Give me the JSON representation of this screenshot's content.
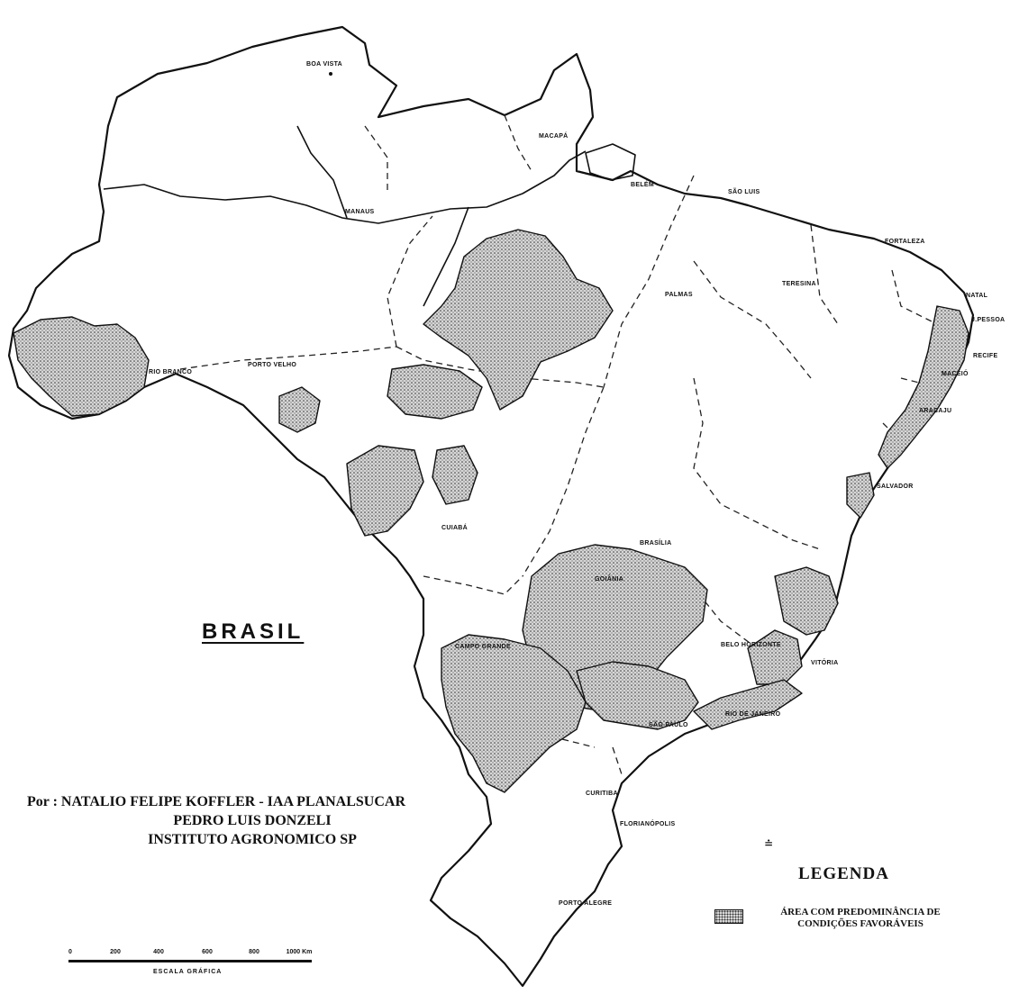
{
  "map": {
    "title": "BRASIL",
    "credits": [
      "Por : NATALIO FELIPE KOFFLER - IAA PLANALSUCAR",
      "PEDRO LUIS DONZELI",
      "INSTITUTO AGRONOMICO SP"
    ],
    "legend": {
      "title": "LEGENDA",
      "item_line1": "ÁREA COM PREDOMINÂNCIA DE",
      "item_line2": "CONDIÇÕES FAVORÁVEIS",
      "mark": "≐"
    },
    "scale": {
      "ticks": [
        "0",
        "200",
        "400",
        "600",
        "800",
        "1000 Km"
      ],
      "caption": "ESCALA GRÁFICA"
    },
    "cities": [
      "BOA VISTA",
      "MACAPÁ",
      "BELÉM",
      "SÃO LUIS",
      "MANAUS",
      "FORTALEZA",
      "TERESINA",
      "NATAL",
      "J.PESSOA",
      "RECIFE",
      "MACEIÓ",
      "ARACAJU",
      "SALVADOR",
      "PALMAS",
      "RIO BRANCO",
      "PORTO VELHO",
      "CUIABÁ",
      "BRASÍLIA",
      "GOIÂNIA",
      "BELO HORIZONTE",
      "VITÓRIA",
      "RIO DE JANEIRO",
      "SÃO PAULO",
      "CURITIBA",
      "FLORIANÓPOLIS",
      "PORTO ALEGRE",
      "CAMPO GRANDE"
    ],
    "colors": {
      "ink": "#111111",
      "paper": "#ffffff",
      "stipple": "#bdbdbd"
    }
  }
}
